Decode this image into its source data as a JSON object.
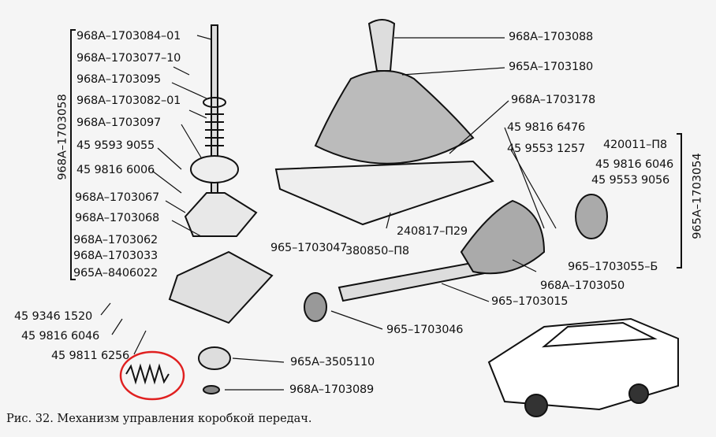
{
  "left_group": {
    "bracket_label": "968A–1703058",
    "labels": [
      "968A–1703084–01",
      "968A–1703077–10",
      "968A–1703095",
      "968A–1703082–01",
      "968A–1703097",
      "45 9593 9055",
      "45 9816 6006",
      "968A–1703067",
      "968A–1703068",
      "968A–1703062",
      "968A–1703033",
      "965A–8406022"
    ]
  },
  "bottom_left_labels": [
    "45 9346 1520",
    "45 9816 6046",
    "45 9811 6256"
  ],
  "top_labels": [
    "968A–1703088",
    "965A–1703180",
    "968A–1703178"
  ],
  "right_group": {
    "bracket_label": "965A–1703054",
    "labels": [
      "45 9816 6476",
      "45 9553 1257",
      "420011–П8",
      "45 9816 6046",
      "45 9553 9056",
      "965–1703055–Б"
    ]
  },
  "center_labels": [
    "240817–П29",
    "965–1703047",
    "380850–П8",
    "968A–1703050",
    "965–1703015",
    "965–1703046",
    "965A–3505110",
    "968A–1703089"
  ],
  "caption": "Рис. 32. Механизм управления коробкой передач.",
  "highlight_color": "#e02020"
}
